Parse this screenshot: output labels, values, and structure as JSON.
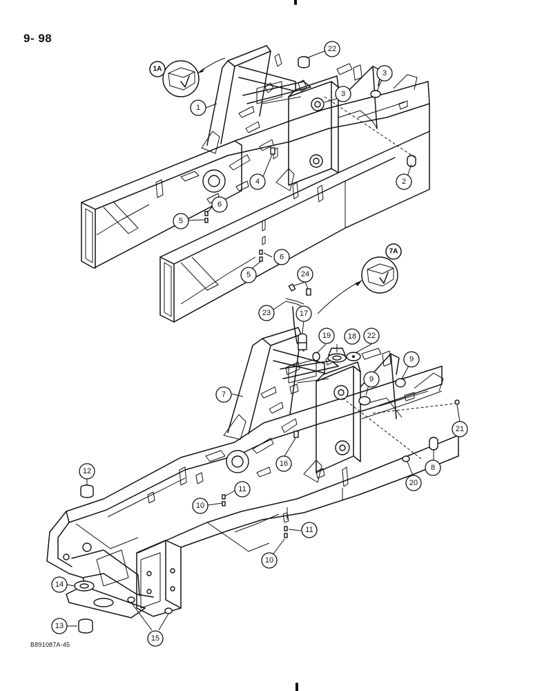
{
  "page": {
    "number": "9- 98",
    "figure_code": "B891087A-45"
  },
  "details": [
    {
      "id": "1A",
      "label": "1A"
    },
    {
      "id": "7A",
      "label": "7A"
    }
  ],
  "callouts": [
    "1",
    "2",
    "3",
    "3",
    "4",
    "5",
    "6",
    "5",
    "6",
    "22",
    "7",
    "8",
    "9",
    "9",
    "10",
    "11",
    "10",
    "11",
    "12",
    "13",
    "14",
    "15",
    "16",
    "17",
    "18",
    "19",
    "20",
    "21",
    "22",
    "23",
    "24"
  ]
}
